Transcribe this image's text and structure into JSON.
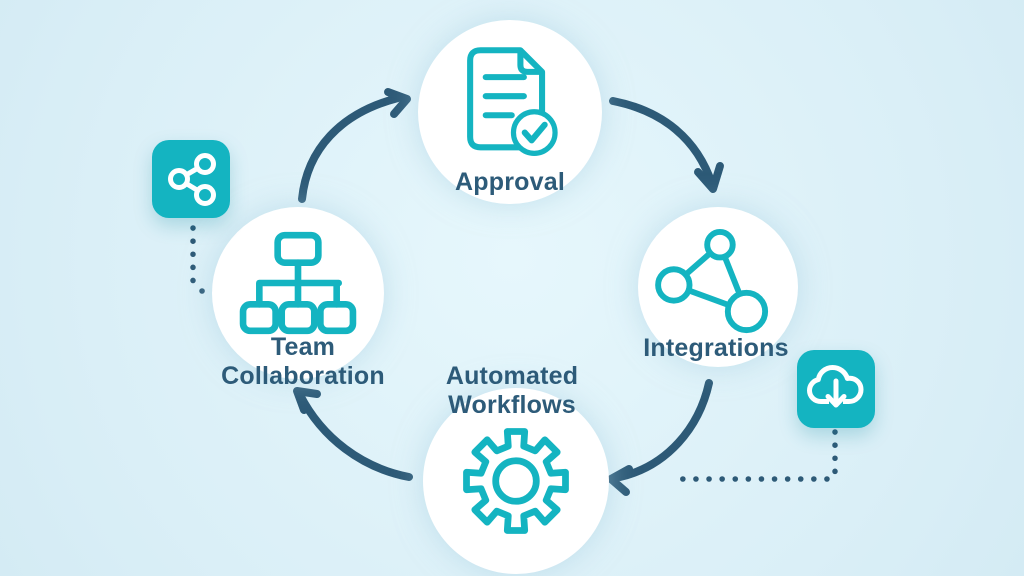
{
  "diagram": {
    "type": "cycle-flow",
    "nodes": [
      {
        "id": "approval",
        "label": "Approval",
        "icon": "document-check-icon"
      },
      {
        "id": "integrations",
        "label": "Integrations",
        "icon": "network-nodes-icon"
      },
      {
        "id": "automated-workflows",
        "label": "Automated Workflows",
        "label_line1": "Automated",
        "label_line2": "Workflows",
        "icon": "gear-icon"
      },
      {
        "id": "team-collaboration",
        "label": "Team Collaboration",
        "label_line1": "Team",
        "label_line2": "Collaboration",
        "icon": "org-chart-icon"
      }
    ],
    "flow_arrows": [
      "team-collaboration -> approval",
      "approval -> integrations",
      "integrations -> automated-workflows",
      "automated-workflows -> team-collaboration"
    ],
    "badges": [
      {
        "id": "share-badge",
        "icon": "share-icon",
        "connector": "dotted-elbow-to-team-collaboration"
      },
      {
        "id": "cloud-download-badge",
        "icon": "cloud-download-icon",
        "connector": "dotted-elbow-to-workflow-arrow"
      }
    ],
    "colors": {
      "background": "#dcf0f8",
      "node_fill": "#ffffff",
      "accent_teal": "#14b4c1",
      "accent_navy": "#2d5a77",
      "label_text": "#2d5b79"
    }
  }
}
